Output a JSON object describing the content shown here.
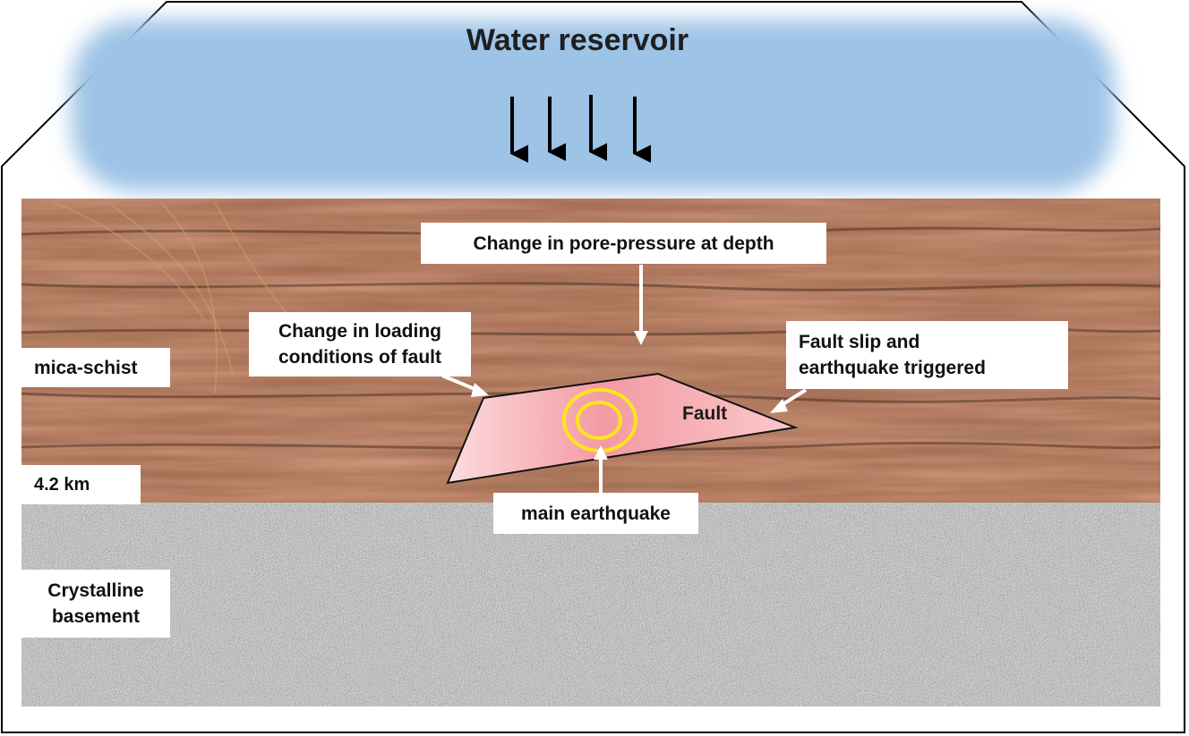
{
  "title": "Water reservoir",
  "labels": {
    "pore_pressure": "Change in pore-pressure at depth",
    "loading_line1": "Change in loading",
    "loading_line2": "conditions of fault",
    "slip_line1": "Fault slip and",
    "slip_line2": "earthquake triggered",
    "mica_schist": "mica-schist",
    "depth": "4.2 km",
    "fault": "Fault",
    "main_earthquake": "main earthquake",
    "basement_line1": "Crystalline",
    "basement_line2": "basement"
  },
  "colors": {
    "water": "#9dc3e6",
    "rock": "#a0694d",
    "fault_fill": "#f7a8ae",
    "epicenter_rings": "#ffe61a",
    "outline": "#000000"
  },
  "icons": [
    "down-arrow-icon",
    "pointer-arrow-icon",
    "epicenter-rings-icon"
  ]
}
